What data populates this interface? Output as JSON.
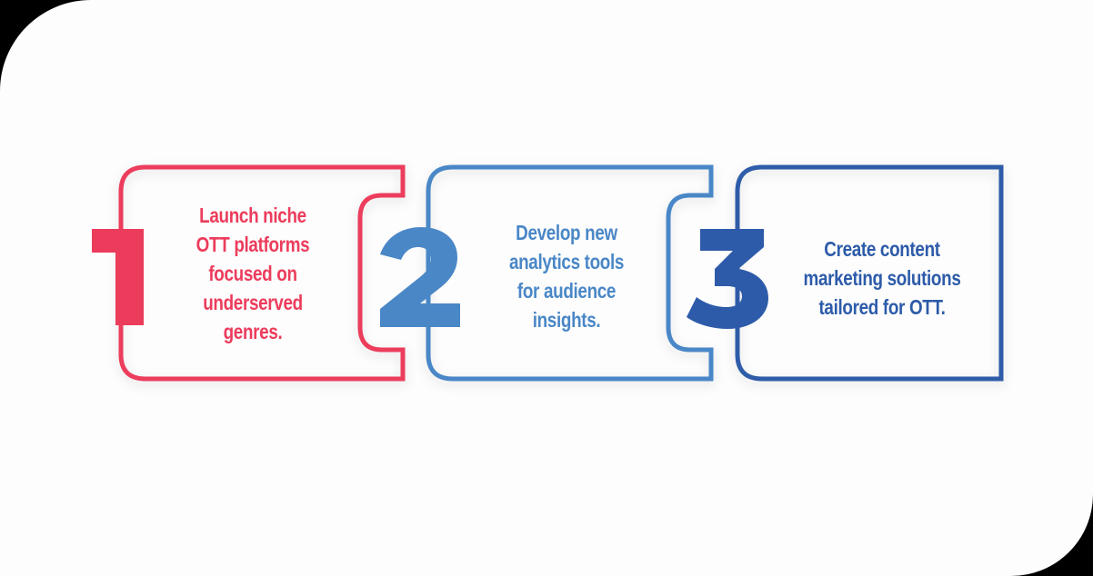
{
  "colors": {
    "step1": "#EC3C5C",
    "step2": "#4A87C7",
    "step3": "#2D5BA9",
    "background": "#FDFDFD",
    "corner": "#000000"
  },
  "steps": [
    {
      "number": "1",
      "lines": [
        "Launch niche",
        "OTT platforms",
        "focused on",
        "underserved",
        "genres."
      ]
    },
    {
      "number": "2",
      "lines": [
        "Develop new",
        "analytics tools",
        "for audience",
        "insights."
      ]
    },
    {
      "number": "3",
      "lines": [
        "Create content",
        "marketing solutions",
        "tailored for OTT."
      ]
    }
  ]
}
